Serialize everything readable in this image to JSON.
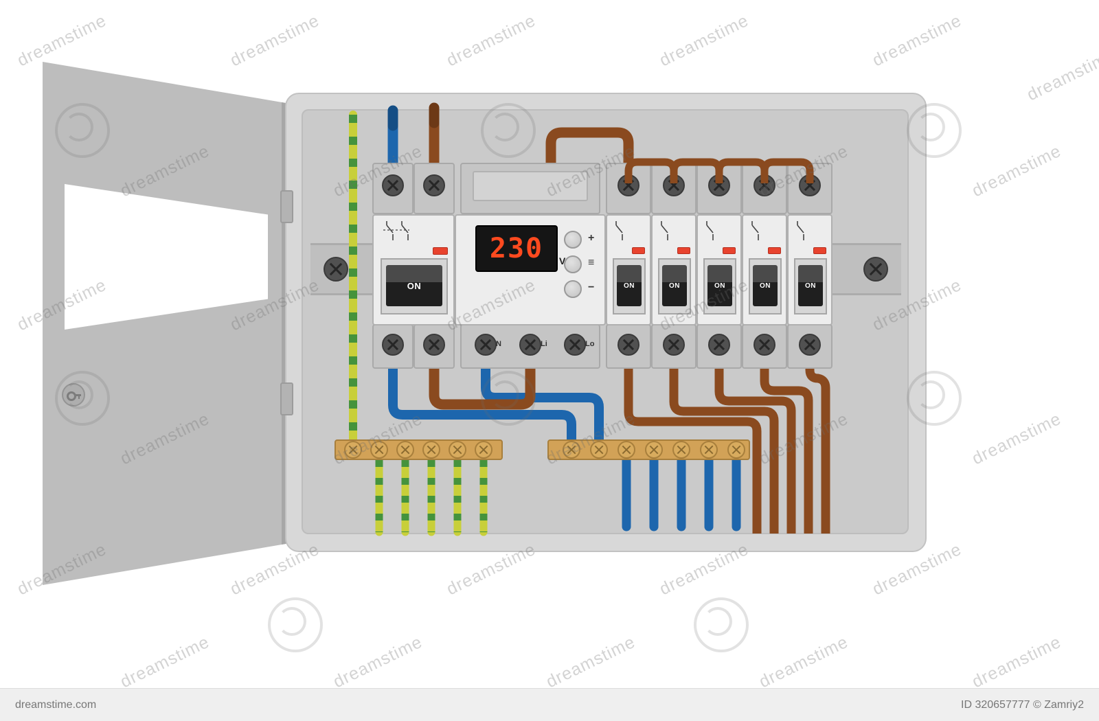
{
  "watermark": {
    "text": "dreamstime",
    "site": "dreamstime.com",
    "credit": "ID 320657777 © Zamriy2"
  },
  "panel": {
    "main_breaker": {
      "switch_label": "ON"
    },
    "meter": {
      "display_value": "230",
      "unit": "V",
      "buttons": [
        "+",
        "≡",
        "−"
      ],
      "terminal_labels": [
        "N",
        "Li",
        "Lo"
      ]
    },
    "breakers": [
      {
        "switch_label": "ON"
      },
      {
        "switch_label": "ON"
      },
      {
        "switch_label": "ON"
      },
      {
        "switch_label": "ON"
      },
      {
        "switch_label": "ON"
      }
    ]
  },
  "colors": {
    "wire_blue": "#1d66ad",
    "wire_brown": "#8a4a1f",
    "wire_earth_yellow": "#c8cf3a",
    "wire_earth_green": "#45933c",
    "indicator_red": "#e8432e",
    "display_digits": "#ff4a1f",
    "bus_brass": "#d2a257"
  }
}
